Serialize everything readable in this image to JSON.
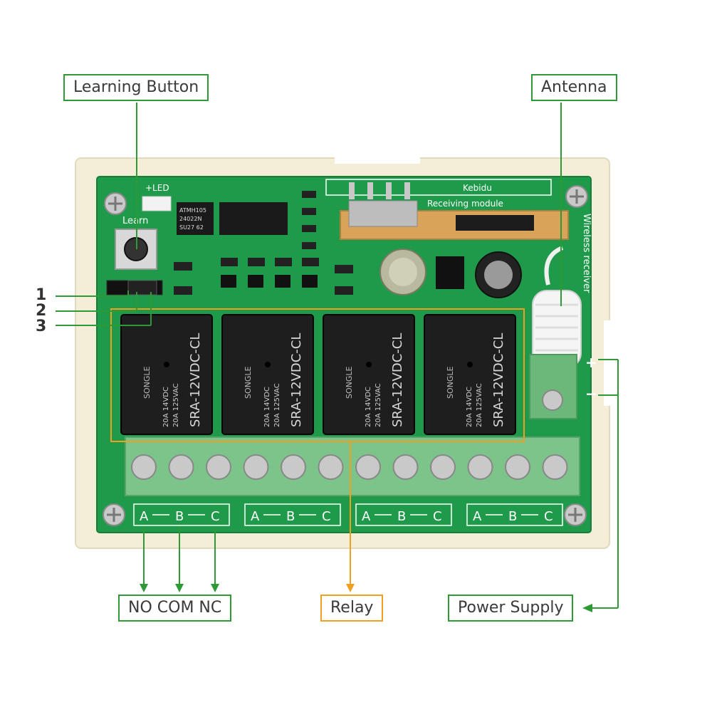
{
  "callouts": {
    "learning_button": "Learning Button",
    "antenna": "Antenna",
    "no_com_nc": "NO COM NC",
    "relay": "Relay",
    "power_supply": "Power Supply"
  },
  "jumper_numbers": [
    "1",
    "2",
    "3"
  ],
  "board": {
    "learn_label": "Learn",
    "led_label": "+LED",
    "chip_text": [
      "ATMH105",
      "24022N",
      "SU27 62"
    ],
    "module_brand": "Kebidu",
    "module_label": "Receiving module",
    "receiver_label": "Wireless receiver",
    "power_plus": "+",
    "power_minus": "−",
    "relay_model": "SRA-12VDC-CL",
    "relay_brand": "SONGLE",
    "relay_rating_1": "20A 14VDC",
    "relay_rating_2": "20A 125VAC",
    "terminal_groups": [
      [
        "A",
        "B",
        "C"
      ],
      [
        "A",
        "B",
        "C"
      ],
      [
        "A",
        "B",
        "C"
      ],
      [
        "A",
        "B",
        "C"
      ]
    ]
  },
  "colors": {
    "pcb": "#1f9a4a",
    "enclosure": "#f4edd8",
    "relay_body": "#1e1e1e",
    "terminal": "#7cc48a",
    "callout_border": "#2e9a35",
    "relay_callout": "#f0a020"
  }
}
